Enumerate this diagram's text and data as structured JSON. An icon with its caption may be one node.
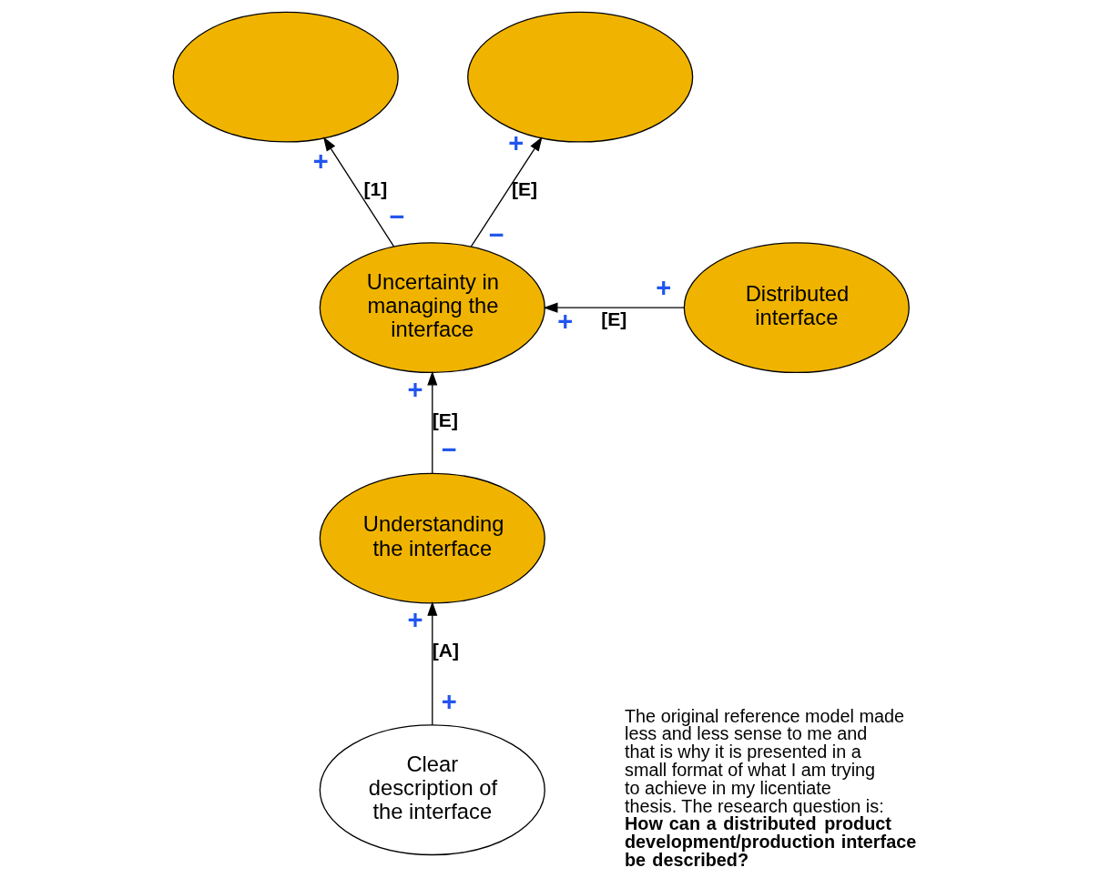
{
  "diagram": {
    "nodes": [
      {
        "text": [],
        "shape": "ellipse"
      },
      {
        "text": [],
        "shape": "ellipse"
      },
      {
        "text": [
          "Uncertainty in managing the interface"
        ]
      },
      {
        "text": [
          "Distributed interface"
        ]
      },
      {
        "text": [
          "Understanding the interface"
        ]
      },
      {
        "text": [
          "Clear description of the interface"
        ]
      }
    ],
    "edges": [
      {
        "from": 2,
        "to": 0,
        "arrow": "to",
        "label": "[1]"
      },
      {
        "from": 2,
        "to": 1,
        "arrow": "to",
        "label": "[E]"
      },
      {
        "from": 3,
        "to": 2,
        "arrow": "to",
        "label": "[E]"
      },
      {
        "from": 4,
        "to": 2,
        "arrow": "to",
        "label": "[E]"
      },
      {
        "from": 5,
        "to": 4,
        "arrow": "to",
        "label": "[A]"
      }
    ],
    "labels": [
      "+",
      "+",
      "−",
      "−",
      "+",
      "+",
      "+",
      "−",
      "+",
      "+",
      "The original reference model made less and less sense to me and that is why it is presented in a small format of what I am trying to achieve in my licentiate thesis. The research question is: **How can a distributed product development/production interface be described?**"
    ]
  }
}
